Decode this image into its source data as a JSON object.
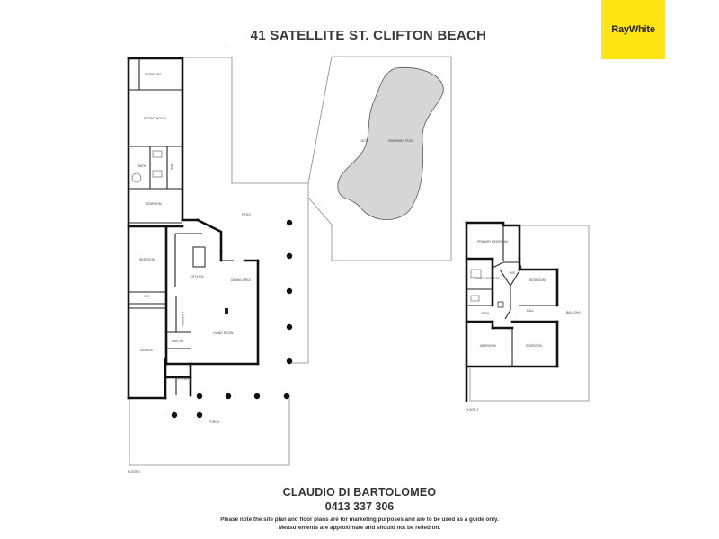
{
  "header": {
    "address": "41 SATELLITE ST. CLIFTON BEACH",
    "logo_text": "RayWhite",
    "logo_color": "#ffe512"
  },
  "floor_plan": {
    "rooms": {
      "bedroom_top": "BEDROOM",
      "sitting_room": "SITTING ROOM",
      "bath": "BATH",
      "wic": "WIC",
      "bedroom_left": "BEDROOM",
      "deck": "DECK",
      "swimming_pool": "SWIMMING POOL",
      "patio": "PATIO",
      "bedroom_mid": "BEDROOM",
      "kitchen": "KITCHEN",
      "dining_area": "DINING AREA",
      "wc": "WC",
      "laundry": "LAUNDRY",
      "pantry": "PANTRY",
      "living_room": "LIVING ROOM",
      "garage": "GARAGE",
      "foyer": "FOYER",
      "porch": "PORCH",
      "primary_bedroom": "PRIMARY BEDROOM",
      "primary_ensuite": "PRIMARY ENSUITE",
      "wic_2": "WIC",
      "bedroom_2a": "BEDROOM",
      "bath_2": "BATH",
      "hall": "HALL",
      "balcony": "BALCONY",
      "bedroom_2b": "BEDROOM",
      "bedroom_2c": "BEDROOM"
    },
    "floor_1_label": "FLOOR 1",
    "floor_2_label": "FLOOR 2"
  },
  "agent": {
    "name": "CLAUDIO DI BARTOLOMEO",
    "phone": "0413 337 306"
  },
  "disclaimer": {
    "line1": "Please note the site plan and floor plans are for marketing purposes and are to be used as a guide only.",
    "line2": "Measurements are approximate and should not be relied on."
  }
}
